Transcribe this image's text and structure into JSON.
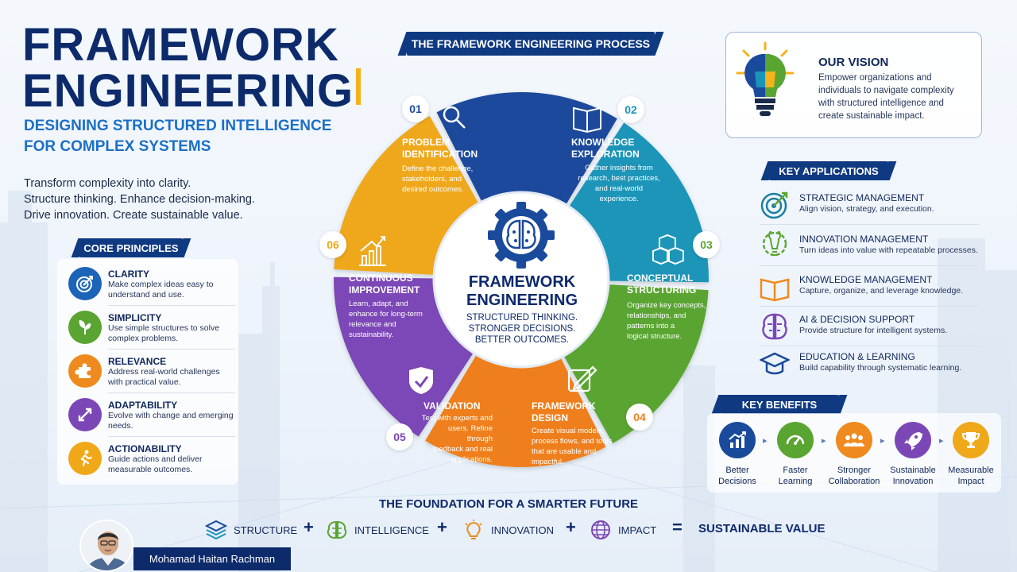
{
  "header": {
    "title_line1": "FRAMEWORK",
    "title_line2": "ENGINEERING",
    "subtitle_line1": "DESIGNING STRUCTURED INTELLIGENCE",
    "subtitle_line2": "FOR COMPLEX SYSTEMS",
    "tagline": [
      "Transform complexity into clarity.",
      "Structure thinking. Enhance decision-making.",
      "Drive innovation. Create sustainable value."
    ]
  },
  "principles": {
    "heading": "CORE PRINCIPLES",
    "items": [
      {
        "title": "CLARITY",
        "desc": "Make complex ideas easy to understand and use.",
        "icon": "target-icon",
        "color": "#1c64b8"
      },
      {
        "title": "SIMPLICITY",
        "desc": "Use simple structures to solve complex problems.",
        "icon": "leaf-icon",
        "color": "#5aa532"
      },
      {
        "title": "RELEVANCE",
        "desc": "Address real-world challenges with practical value.",
        "icon": "puzzle-icon",
        "color": "#ef8a1e"
      },
      {
        "title": "ADAPTABILITY",
        "desc": "Evolve with change and emerging needs.",
        "icon": "arrows-icon",
        "color": "#7b47b6"
      },
      {
        "title": "ACTIONABILITY",
        "desc": "Guide actions and deliver measurable outcomes.",
        "icon": "runner-icon",
        "color": "#f0a818"
      }
    ]
  },
  "process": {
    "heading": "THE FRAMEWORK ENGINEERING PROCESS",
    "center_title": "FRAMEWORK ENGINEERING",
    "center_lines": [
      "STRUCTURED THINKING.",
      "STRONGER DECISIONS.",
      "BETTER OUTCOMES."
    ],
    "steps": [
      {
        "num": "01",
        "title": [
          "PROBLEM",
          "IDENTIFICATION"
        ],
        "desc": [
          "Define the challenge,",
          "stakeholders, and",
          "desired outcomes."
        ],
        "color": "#1a4a9c",
        "icon": "magnifier-icon"
      },
      {
        "num": "02",
        "title": [
          "KNOWLEDGE",
          "EXPLORATION"
        ],
        "desc": [
          "Gather insights from",
          "research, best practices,",
          "and real-world",
          "experience."
        ],
        "color": "#1a95b8",
        "icon": "book-icon"
      },
      {
        "num": "03",
        "title": [
          "CONCEPTUAL",
          "STRUCTURING"
        ],
        "desc": [
          "Organize key concepts,",
          "relationships, and",
          "patterns into a",
          "logical structure."
        ],
        "color": "#5aa532",
        "icon": "cubes-icon"
      },
      {
        "num": "04",
        "title": [
          "FRAMEWORK",
          "DESIGN"
        ],
        "desc": [
          "Create visual models,",
          "process flows, and tools",
          "that are usable and",
          "impactful."
        ],
        "color": "#ef7f1a",
        "icon": "edit-icon"
      },
      {
        "num": "05",
        "title": [
          "VALIDATION"
        ],
        "desc": [
          "Test with experts and",
          "users. Refine through",
          "feedback and real",
          "applications."
        ],
        "color": "#7b47b6",
        "icon": "shield-check-icon"
      },
      {
        "num": "06",
        "title": [
          "CONTINUOUS",
          "IMPROVEMENT"
        ],
        "desc": [
          "Learn, adapt, and",
          "enhance for long-term",
          "relevance and",
          "sustainability."
        ],
        "color": "#efa81a",
        "icon": "growth-chart-icon"
      }
    ]
  },
  "vision": {
    "title": "OUR VISION",
    "text": "Empower organizations and individuals to navigate complexity with structured intelligence and create sustainable impact.",
    "icon": "lightbulb-icon"
  },
  "applications": {
    "heading": "KEY APPLICATIONS",
    "items": [
      {
        "title": "STRATEGIC MANAGEMENT",
        "desc": "Align vision, strategy, and execution.",
        "icon": "target-icon",
        "color": "#1a7fa0"
      },
      {
        "title": "INNOVATION MANAGEMENT",
        "desc": "Turn ideas into value with repeatable processes.",
        "icon": "lightbulb-gear-icon",
        "color": "#5aa532"
      },
      {
        "title": "KNOWLEDGE MANAGEMENT",
        "desc": "Capture, organize, and leverage knowledge.",
        "icon": "book-icon",
        "color": "#ef8a1e"
      },
      {
        "title": "AI & DECISION SUPPORT",
        "desc": "Provide structure for intelligent systems.",
        "icon": "brain-icon",
        "color": "#7b47b6"
      },
      {
        "title": "EDUCATION & LEARNING",
        "desc": "Build capability through systematic learning.",
        "icon": "graduation-cap-icon",
        "color": "#1a4a9c"
      }
    ]
  },
  "benefits": {
    "heading": "KEY BENEFITS",
    "items": [
      {
        "label": [
          "Better",
          "Decisions"
        ],
        "icon": "chart-up-icon",
        "color": "#1a4a9c"
      },
      {
        "label": [
          "Faster",
          "Learning"
        ],
        "icon": "speedometer-icon",
        "color": "#5aa532"
      },
      {
        "label": [
          "Stronger",
          "Collaboration"
        ],
        "icon": "team-icon",
        "color": "#ef8a1e"
      },
      {
        "label": [
          "Sustainable",
          "Innovation"
        ],
        "icon": "rocket-icon",
        "color": "#7b47b6"
      },
      {
        "label": [
          "Measurable",
          "Impact"
        ],
        "icon": "trophy-icon",
        "color": "#efa81a"
      }
    ]
  },
  "foundation": {
    "title": "THE FOUNDATION FOR A SMARTER FUTURE",
    "items": [
      {
        "label": "STRUCTURE",
        "icon": "layers-icon"
      },
      {
        "label": "INTELLIGENCE",
        "icon": "brain-icon"
      },
      {
        "label": "INNOVATION",
        "icon": "lightbulb-icon"
      },
      {
        "label": "IMPACT",
        "icon": "globe-icon"
      }
    ],
    "plus": "+",
    "equals": "=",
    "result": "SUSTAINABLE VALUE"
  },
  "author": {
    "name": "Mohamad Haitan Rachman"
  }
}
